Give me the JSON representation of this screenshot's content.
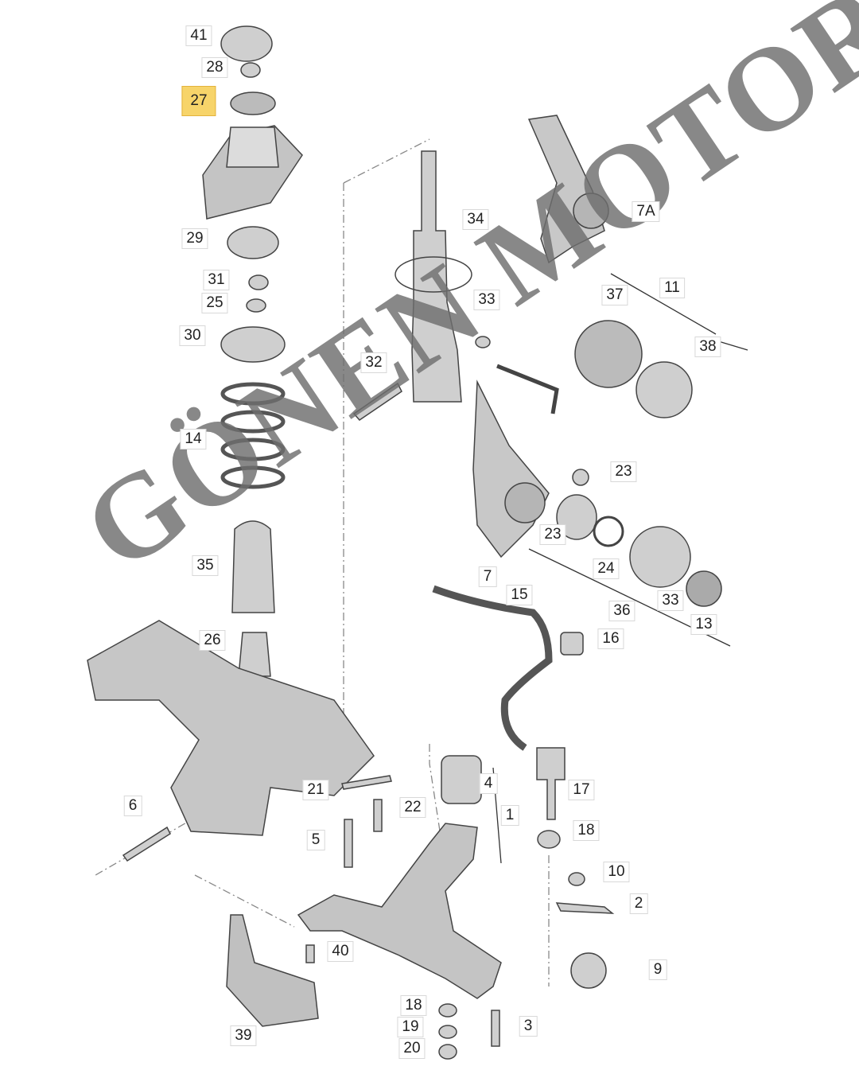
{
  "watermark": "GÖNEN MOTORS",
  "highlight_color": "#f7d46a",
  "labels": [
    "41",
    "28",
    "27",
    "29",
    "31",
    "25",
    "30",
    "14",
    "35",
    "26",
    "34",
    "7A",
    "11",
    "37",
    "33",
    "38",
    "32",
    "23",
    "23",
    "24",
    "7",
    "15",
    "36",
    "33",
    "13",
    "16",
    "6",
    "4",
    "17",
    "21",
    "22",
    "1",
    "18",
    "5",
    "10",
    "2",
    "40",
    "9",
    "39",
    "18",
    "19",
    "3",
    "20"
  ]
}
